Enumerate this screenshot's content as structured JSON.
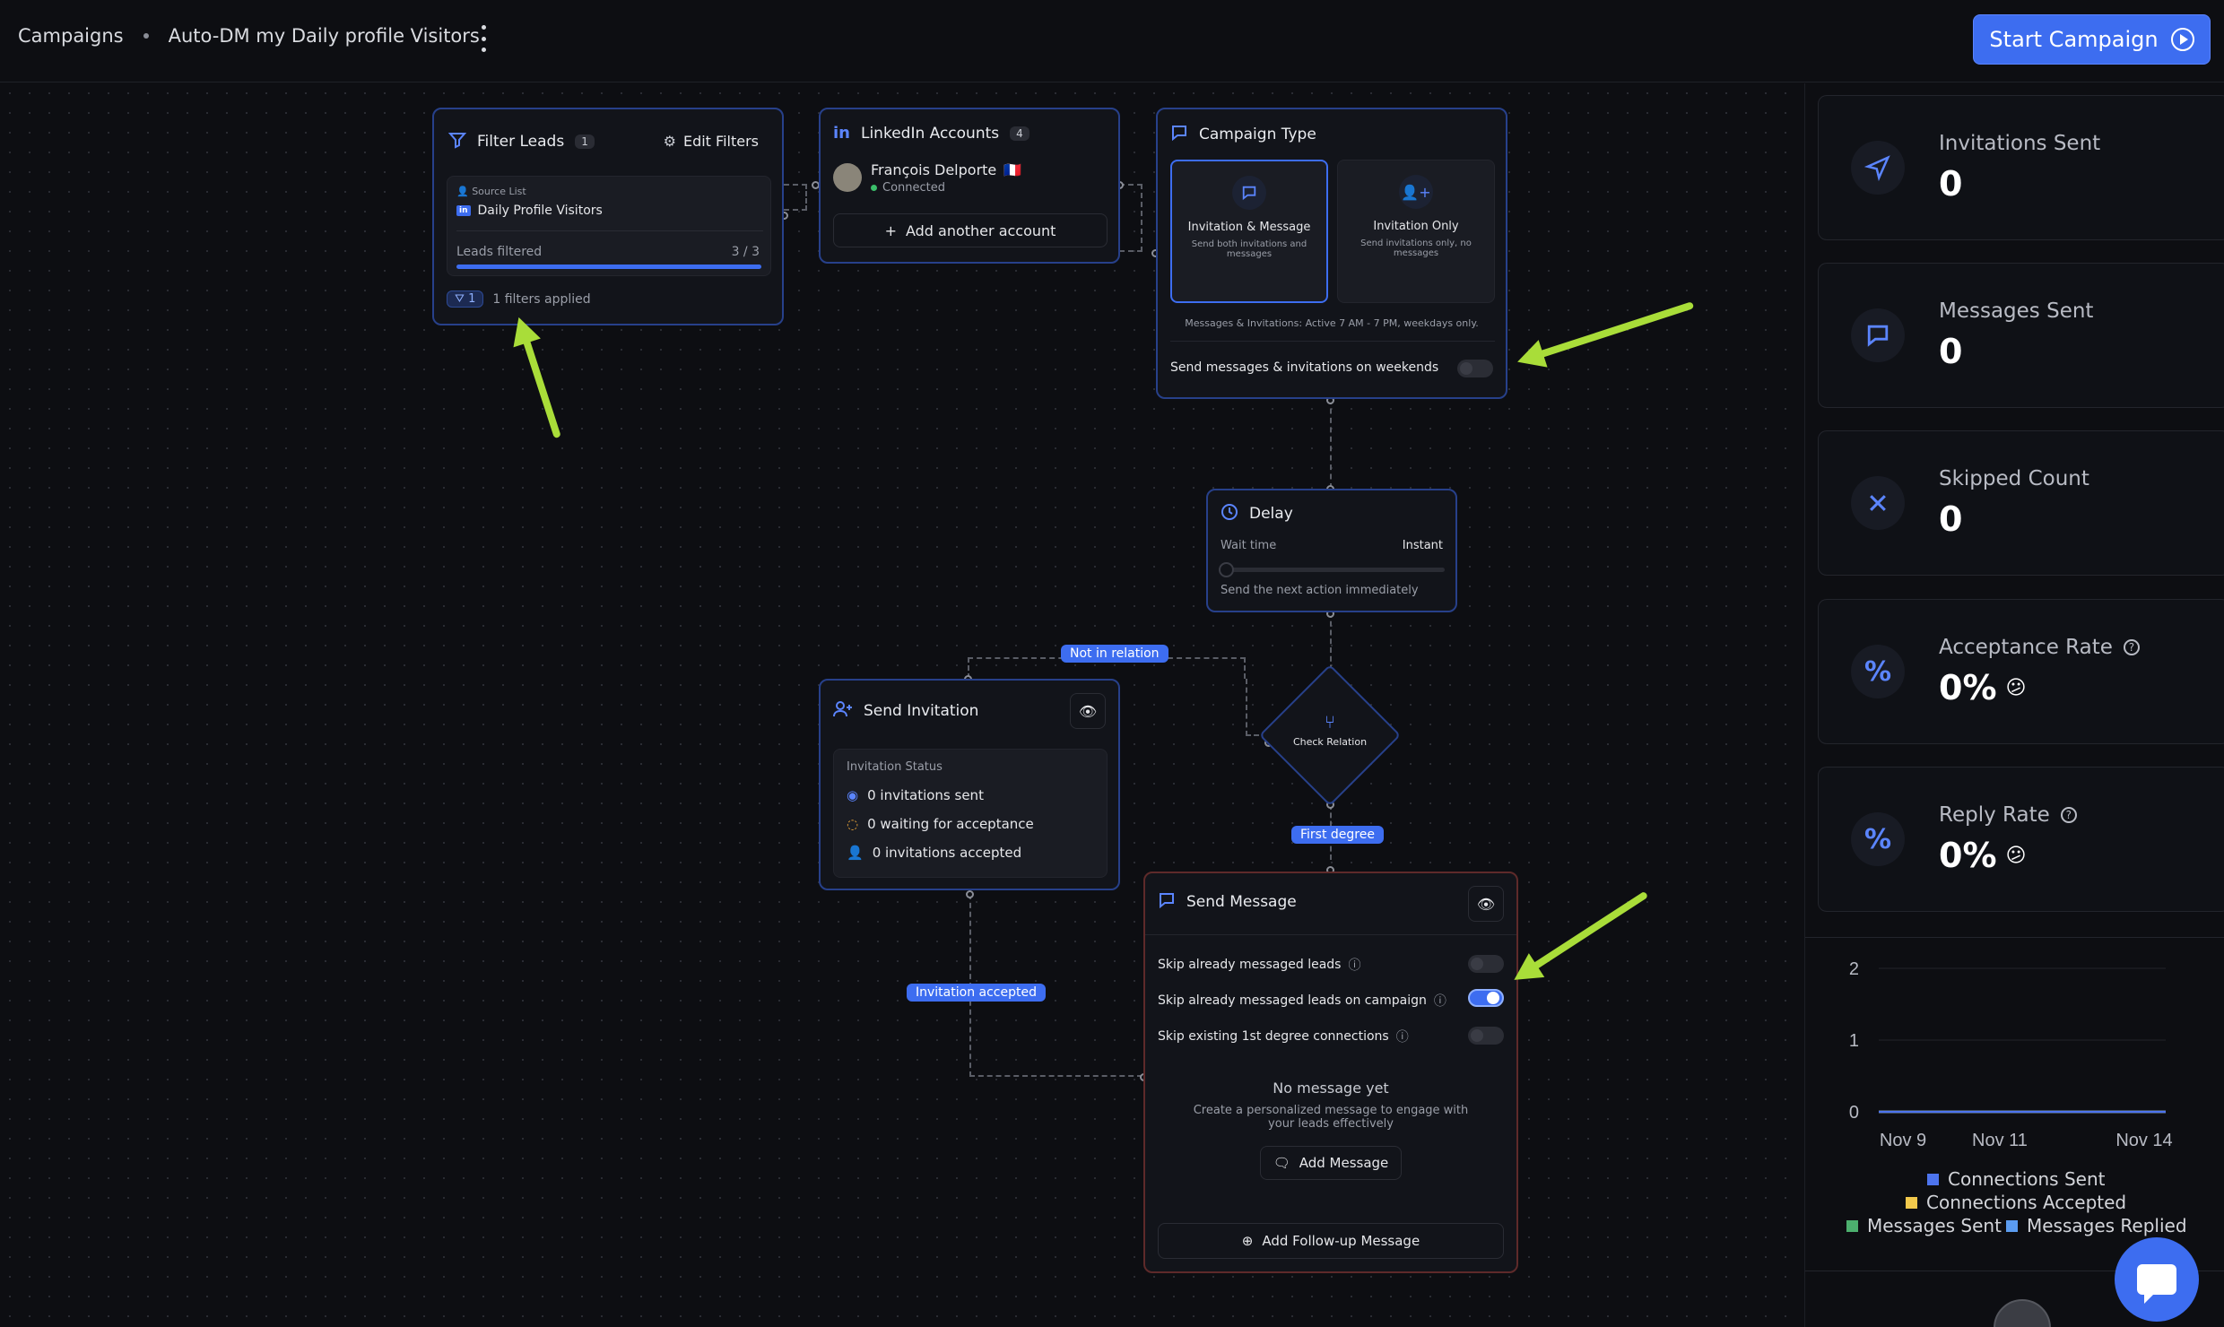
{
  "header": {
    "breadcrumb_root": "Campaigns",
    "campaign_name": "Auto-DM my Daily profile Visitors",
    "start_button": "Start Campaign"
  },
  "filter_leads": {
    "title": "Filter Leads",
    "count": "1",
    "edit": "Edit Filters",
    "source_label": "Source List",
    "source_value": "Daily Profile Visitors",
    "leads_filtered_label": "Leads filtered",
    "leads_filtered_value": "3 / 3",
    "leads_filtered_progress": 1.0,
    "filters_count": "1",
    "filters_applied": "1 filters applied"
  },
  "linkedin": {
    "title": "LinkedIn Accounts",
    "count": "4",
    "account_name": "François Delporte",
    "account_flag": "🇫🇷",
    "status": "Connected",
    "add_account": "Add another account"
  },
  "campaign_type": {
    "title": "Campaign Type",
    "option1_title": "Invitation & Message",
    "option1_desc": "Send both invitations and messages",
    "option2_title": "Invitation Only",
    "option2_desc": "Send invitations only, no messages",
    "active_hours": "Messages & Invitations: Active 7 AM - 7 PM, weekdays only.",
    "weekend_label": "Send messages & invitations on weekends"
  },
  "delay": {
    "title": "Delay",
    "wait_label": "Wait time",
    "wait_value": "Instant",
    "desc": "Send the next action immediately"
  },
  "check_relation": {
    "label": "Check Relation"
  },
  "pills": {
    "not_in_relation": "Not in relation",
    "first_degree": "First degree",
    "invitation_accepted": "Invitation accepted"
  },
  "send_invitation": {
    "title": "Send Invitation",
    "status_label": "Invitation Status",
    "sent": "0 invitations sent",
    "waiting": "0 waiting for acceptance",
    "accepted": "0 invitations accepted"
  },
  "send_message": {
    "title": "Send Message",
    "skip1": "Skip already messaged leads",
    "skip2": "Skip already messaged leads on campaign",
    "skip3": "Skip existing 1st degree connections",
    "empty_title": "No message yet",
    "empty_desc": "Create a personalized message to engage with your leads effectively",
    "add_message": "Add Message",
    "add_followup": "Add Follow-up Message"
  },
  "stats": [
    {
      "label": "Invitations Sent",
      "value": "0",
      "icon": "send-icon"
    },
    {
      "label": "Messages Sent",
      "value": "0",
      "icon": "message-icon"
    },
    {
      "label": "Skipped Count",
      "value": "0",
      "icon": "x-icon"
    },
    {
      "label": "Acceptance Rate",
      "value": "0%",
      "icon": "percent-icon",
      "emoji": "😕"
    },
    {
      "label": "Reply Rate",
      "value": "0%",
      "icon": "percent-icon",
      "emoji": "😕"
    }
  ],
  "chart_data": {
    "type": "line",
    "categories": [
      "Nov 9",
      "Nov 11",
      "Nov 14"
    ],
    "yticks": [
      "2",
      "1",
      "0"
    ],
    "ylim": [
      0,
      2
    ],
    "series": [
      {
        "name": "Connections Sent",
        "color": "#4d74ee",
        "values": [
          0,
          0,
          0
        ]
      },
      {
        "name": "Connections Accepted",
        "color": "#f2c94c",
        "values": [
          0,
          0,
          0
        ]
      },
      {
        "name": "Messages Sent",
        "color": "#4caf6e",
        "values": [
          0,
          0,
          0
        ]
      },
      {
        "name": "Messages Replied",
        "color": "#5b9cf0",
        "values": [
          0,
          0,
          0
        ]
      }
    ]
  }
}
